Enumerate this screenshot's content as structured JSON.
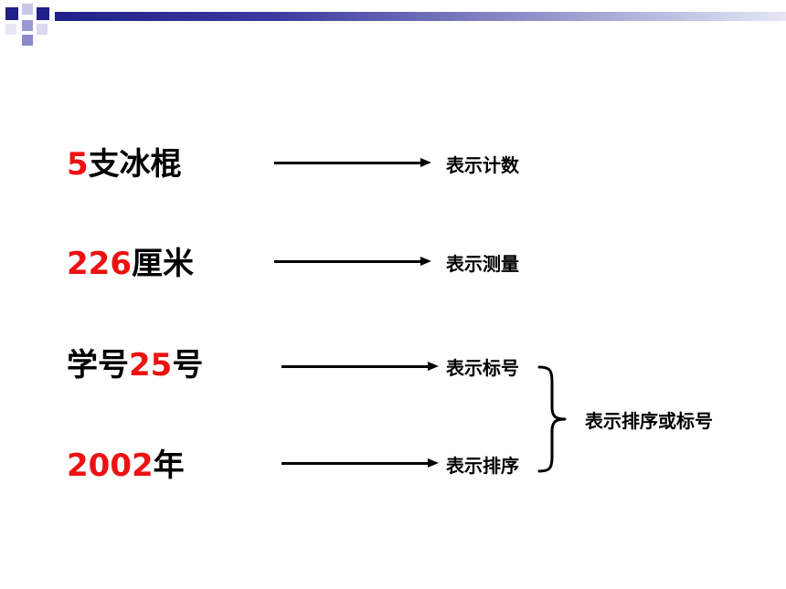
{
  "colors": {
    "accent_number": "#ee1111",
    "title_bar": "#20208a",
    "text": "#000000"
  },
  "items": [
    {
      "number": "5",
      "prefix": "",
      "suffix": "支冰棍",
      "label": "表示计数"
    },
    {
      "number": "226",
      "prefix": "",
      "suffix": "厘米",
      "label": "表示测量"
    },
    {
      "number": "25",
      "prefix": "学号",
      "suffix": "号",
      "label": "表示标号"
    },
    {
      "number": "2002",
      "prefix": "",
      "suffix": "年",
      "label": "表示排序"
    }
  ],
  "group_label": "表示排序或标号"
}
